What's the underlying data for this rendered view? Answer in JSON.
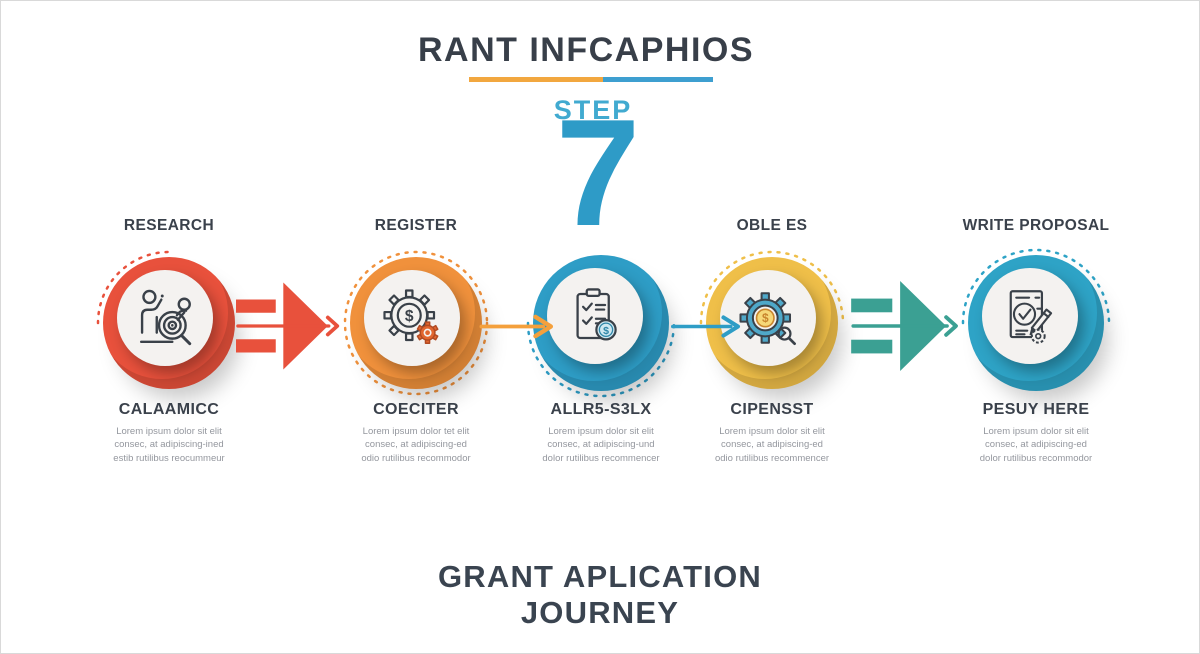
{
  "header": {
    "title": "RANT INFCAPHIOS",
    "step_label": "STEP",
    "step_number": "7",
    "underline_left_color": "#F2A73F",
    "underline_right_color": "#3E9FD0"
  },
  "footer": {
    "line1": "GRANT APLICATION",
    "line2": "JOURNEY"
  },
  "steps": [
    {
      "top_label": "RESEARCH",
      "sub_label": "CALAAMICC",
      "desc": [
        "Lorem ipsum dolor sit elit",
        "consec, at adipiscing-ined",
        "estib rutilibus reocummeur"
      ],
      "color": "#E8513C",
      "icon": "research-people-target-icon"
    },
    {
      "top_label": "REGISTER",
      "sub_label": "COECITER",
      "desc": [
        "Lorem ipsum dolor tet elit",
        "consec, at adipiscing-ed",
        "odio rutilibus recommodor"
      ],
      "color": "#F0913C",
      "icon": "gear-dollar-icon"
    },
    {
      "top_label": "",
      "sub_label": "ALLR5-S3LX",
      "desc": [
        "Lorem ipsum dolor sit elit",
        "consec, at adipiscing-und",
        "dolor rutilibus recommencer"
      ],
      "color": "#2E9DC6",
      "icon": "checklist-coin-icon"
    },
    {
      "top_label": "OBLE ES",
      "sub_label": "CIPENSST",
      "desc": [
        "Lorem ipsum dolor sit elit",
        "consec, at adipiscing-ed",
        "odio rutilibus recommencer"
      ],
      "color": "#EFBF49",
      "icon": "gear-coin-magnifier-icon"
    },
    {
      "top_label": "WRITE PROPOSAL",
      "sub_label": "PESUY HERE",
      "desc": [
        "Lorem ipsum dolor sit elit",
        "consec, at adipiscing-ed",
        "dolor rutilibus recommodor"
      ],
      "color": "#2EA3C6",
      "icon": "document-check-pencil-icon"
    }
  ],
  "arrows": [
    {
      "type": "large-double-arrow",
      "color": "#E8513C"
    },
    {
      "type": "thin-arrow",
      "color": "#F4A03C"
    },
    {
      "type": "thin-arrow",
      "color": "#2E9DC6"
    },
    {
      "type": "large-double-arrow",
      "color": "#3BA093"
    }
  ]
}
